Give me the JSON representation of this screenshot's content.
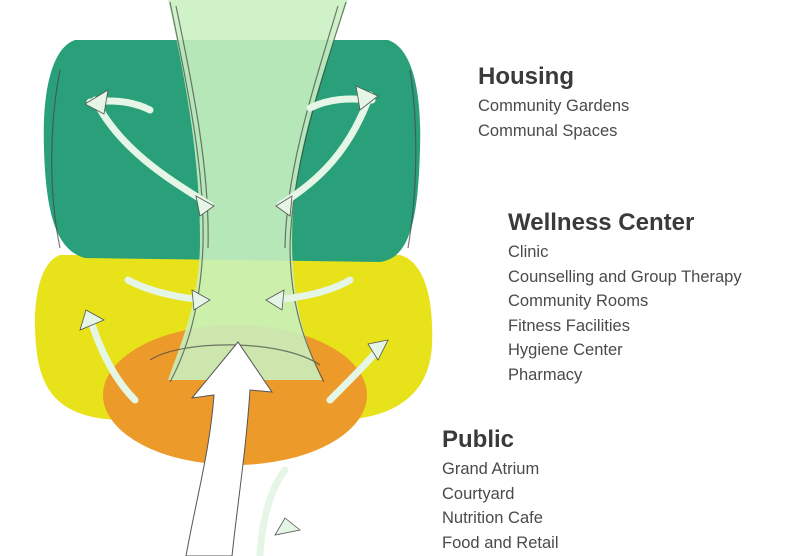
{
  "sections": [
    {
      "id": "housing",
      "title": "Housing",
      "color": "#2aa07a",
      "items": [
        "Community Gardens",
        "Communal Spaces"
      ]
    },
    {
      "id": "wellness",
      "title": "Wellness Center",
      "color": "#e7e21a",
      "items": [
        "Clinic",
        "Counselling and Group Therapy",
        "Community Rooms",
        "Fitness Facilities",
        "Hygiene Center",
        "Pharmacy"
      ]
    },
    {
      "id": "public",
      "title": "Public",
      "color": "#ec9a2a",
      "items": [
        "Grand Atrium",
        "Courtyard",
        "Nutrition Cafe",
        "Food and Retail"
      ]
    }
  ],
  "axis_color": "#c8f0c0"
}
